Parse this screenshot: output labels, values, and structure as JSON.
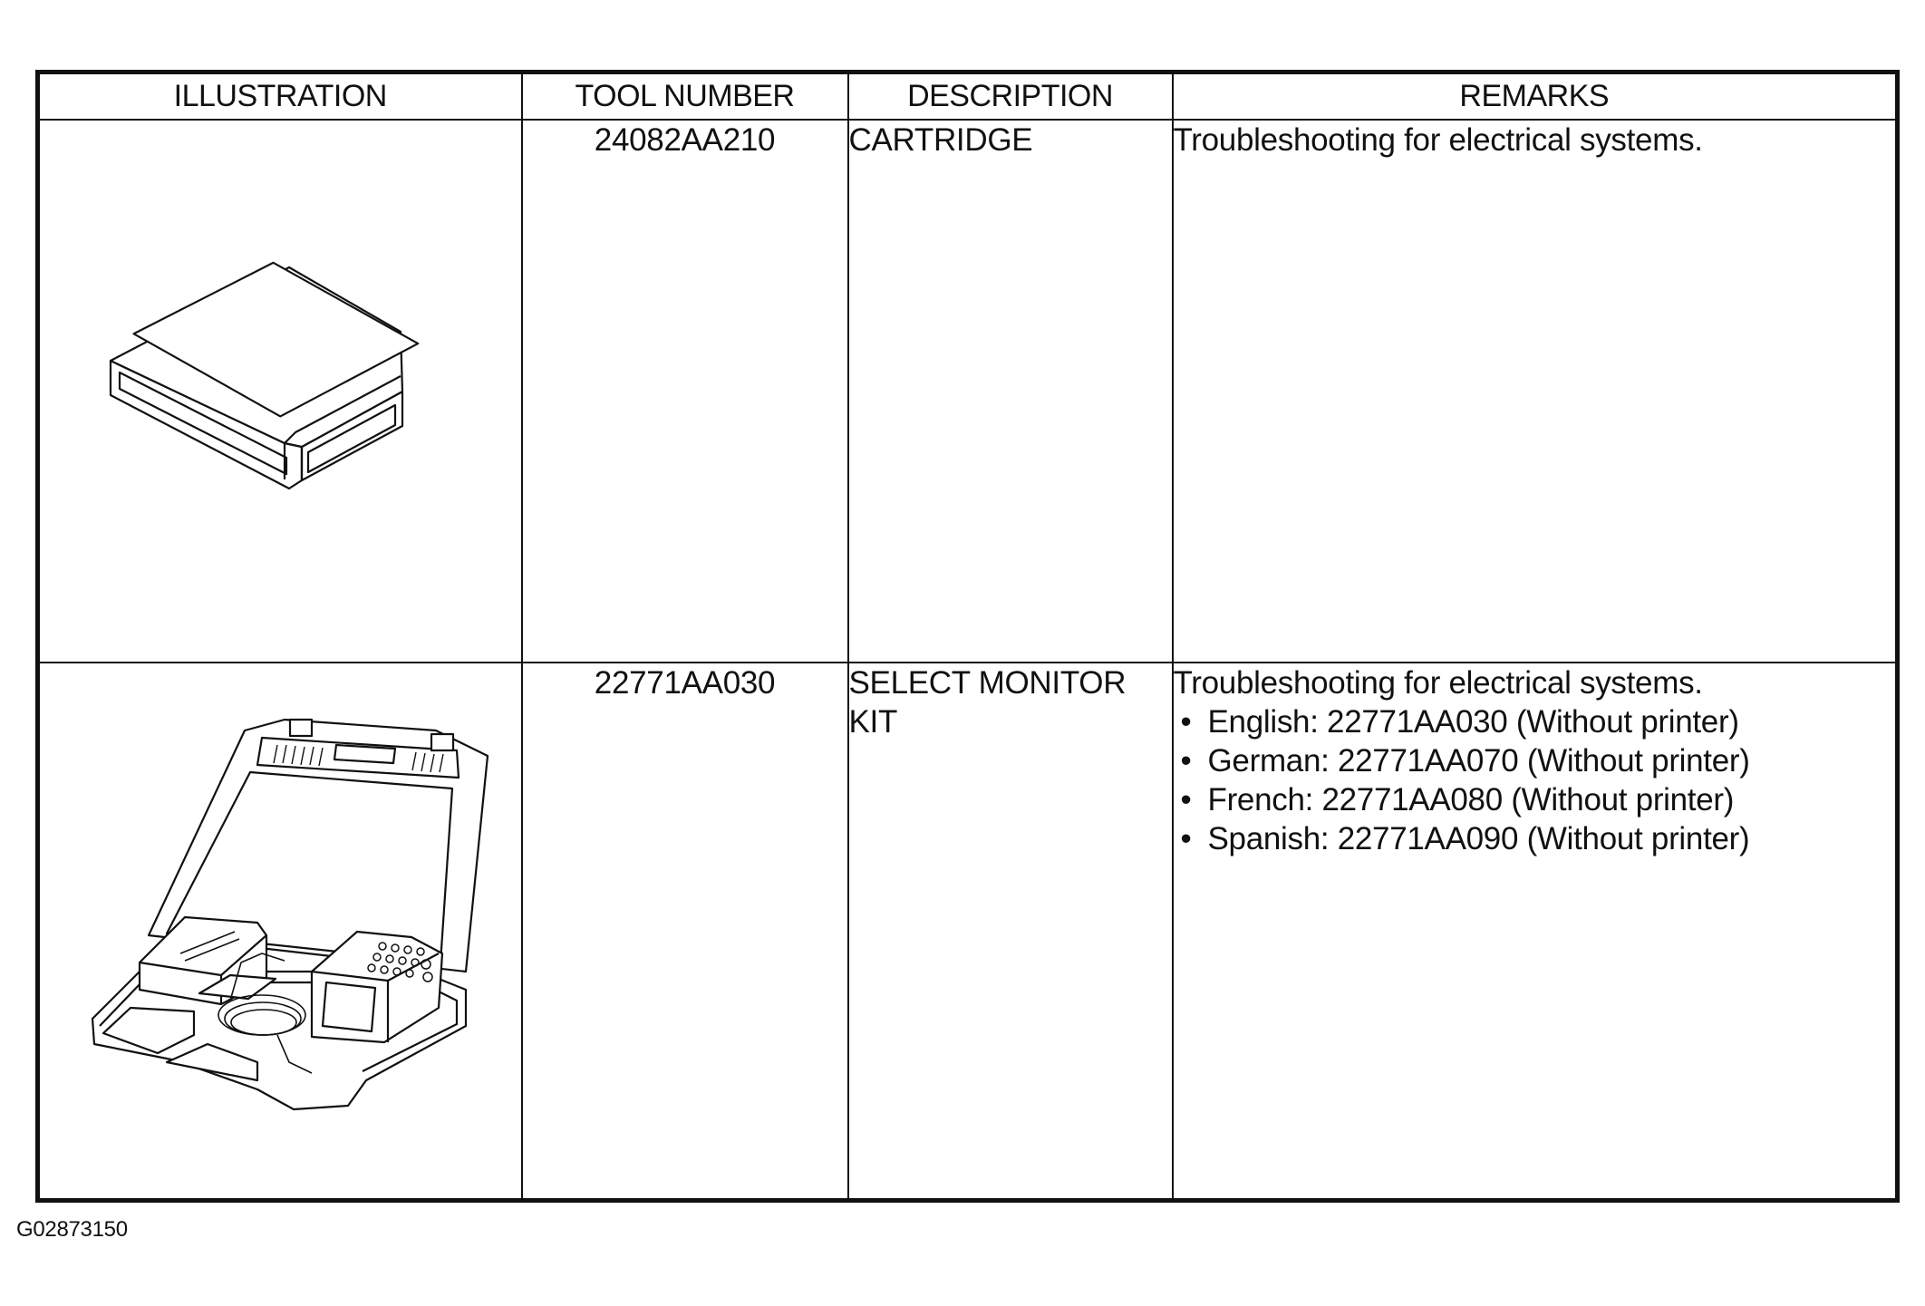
{
  "table": {
    "headers": [
      "ILLUSTRATION",
      "TOOL NUMBER",
      "DESCRIPTION",
      "REMARKS"
    ],
    "rows": [
      {
        "illustration": "cartridge-illustration",
        "tool_number": "24082AA210",
        "description_lines": [
          "CARTRIDGE"
        ],
        "remarks_intro": "Troubleshooting for electrical systems.",
        "remarks_bullets": []
      },
      {
        "illustration": "select-monitor-kit-illustration",
        "tool_number": "22771AA030",
        "description_lines": [
          "SELECT MONITOR",
          "KIT"
        ],
        "remarks_intro": "Troubleshooting for electrical systems.",
        "remarks_bullets": [
          "English: 22771AA030 (Without printer)",
          "German: 22771AA070 (Without printer)",
          "French: 22771AA080 (Without printer)",
          "Spanish: 22771AA090 (Without printer)"
        ]
      }
    ]
  },
  "bullet_glyph": "•",
  "figure_code": "G02873150"
}
